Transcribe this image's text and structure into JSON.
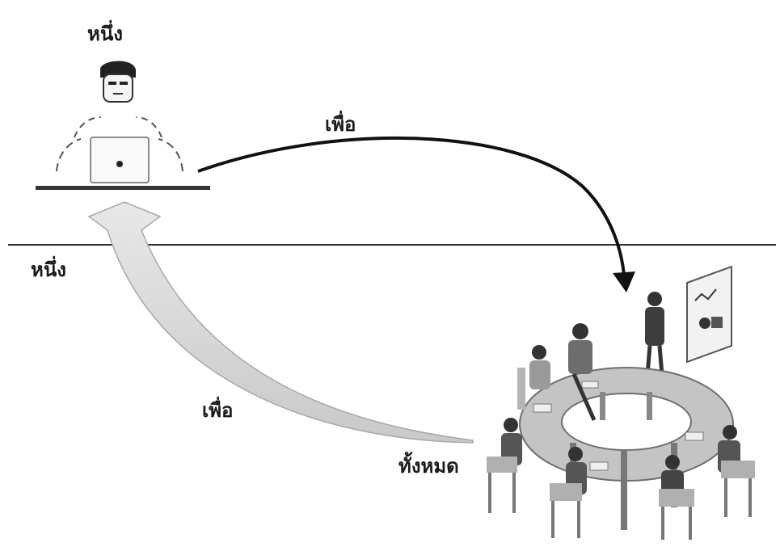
{
  "labels": {
    "person_top": "หนึ่ง",
    "below_line": "หนึ่ง",
    "arrow_top": "เพื่อ",
    "arrow_bottom": "เพื่อ",
    "group": "ทั้งหมด"
  },
  "colors": {
    "ink": "#1a1a1a",
    "arrow_fill": "#d9d9d9",
    "table_top": "#bfbfbf",
    "chair": "#9c9c9c",
    "board": "#f2f2f2"
  },
  "icons": {
    "individual": "person-at-laptop-icon",
    "group": "team-meeting-round-table-icon"
  }
}
